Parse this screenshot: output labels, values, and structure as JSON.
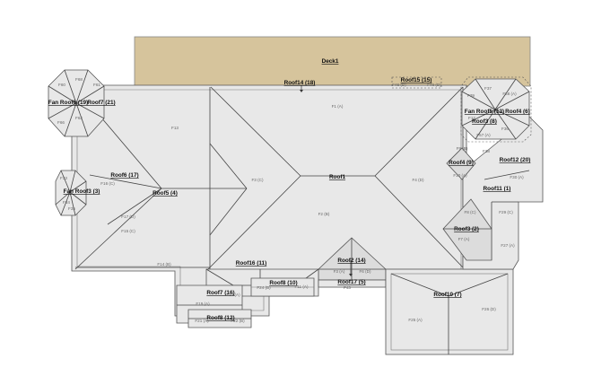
{
  "deck": {
    "label": "Deck1"
  },
  "roof_labels": {
    "roof1": "Roof1",
    "roof2": "Roof2 (14)",
    "roof3": "Roof3 (2)",
    "roof4": "Roof4 (9)",
    "roof5": "Roof5 (4)",
    "roof6": "Roof6 (17)",
    "roof7_16": "Roof7 (16)",
    "roof8_10": "Roof8 (10)",
    "roof8_12": "Roof8 (12)",
    "roof10": "Roof10 (7)",
    "roof11": "Roof11 (1)",
    "roof12": "Roof12 (20)",
    "roof14": "Roof14 (18)",
    "roof15": "Roof15 (15)",
    "roof16": "Roof16 (11)",
    "roof17_5": "Roof17 (5)",
    "roof3_8": "Roof3 (8)",
    "fan_roof6_19": "Fan Roof6 (19)",
    "roof7_21": "Roof7 (21)",
    "fan_roof5_13": "Fan Roof5 (13)",
    "roof4_6": "Roof4 (6)",
    "fan_roof3": "Fan Roof3 (3)"
  },
  "face_labels": {
    "f1": "F1 (A)",
    "f2": "F2 (B)",
    "f3": "F3 (C)",
    "f4": "F4 (D)",
    "f13": "F13",
    "f14": "F14 (B)",
    "f15": "F15 (C)",
    "f16": "F16 (C)",
    "f17": "F17 (D)",
    "f19": "F19 (A)",
    "f21": "F21 (A)",
    "f22": "F22 (B)",
    "f23": "F23 (A)",
    "f24": "F24 (B)",
    "f25": "F25 (A)",
    "f26": "F26 (D)",
    "f27": "F27 (A)",
    "f29": "F29 (C)",
    "f30": "F30 (A)",
    "f3a": "F3 (A)",
    "f6": "F6 (D)",
    "f7": "F7 (A)",
    "f8": "F8 (C)",
    "f9": "F9 (B)",
    "f10": "F10 (A)",
    "f11": "F11 (A)",
    "f12": "F12",
    "f43": "F43",
    "f45": "F45 (D)",
    "f46": "F46 (D)",
    "f57": "F57 (A)",
    "f58": "F58 (A)",
    "f36": "F36",
    "f37": "F37",
    "f38": "F38",
    "f39": "F39",
    "f60": "F60",
    "f61": "F61",
    "f62": "F62",
    "f66": "F66",
    "f68": "F68",
    "f33": "F33",
    "f34": "F34",
    "f35": "F35"
  }
}
